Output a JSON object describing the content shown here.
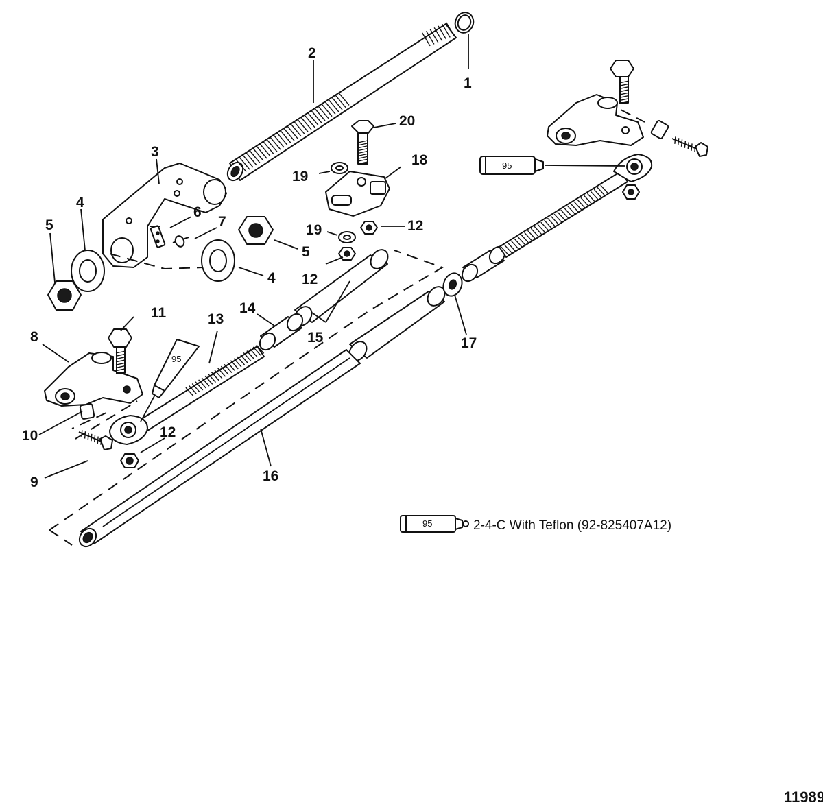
{
  "callouts": {
    "c1": "1",
    "c2": "2",
    "c3": "3",
    "c4a": "4",
    "c4b": "4",
    "c5a": "5",
    "c5b": "5",
    "c6": "6",
    "c7": "7",
    "c8": "8",
    "c9": "9",
    "c10": "10",
    "c11": "11",
    "c12a": "12",
    "c12b": "12",
    "c12c": "12",
    "c13": "13",
    "c14": "14",
    "c15": "15",
    "c16": "16",
    "c17": "17",
    "c18": "18",
    "c19a": "19",
    "c19b": "19",
    "c20": "20"
  },
  "sealant": {
    "tube_label": "95",
    "description": "2-4-C  With Teflon (92-825407A12)"
  },
  "figure_number": "11989"
}
